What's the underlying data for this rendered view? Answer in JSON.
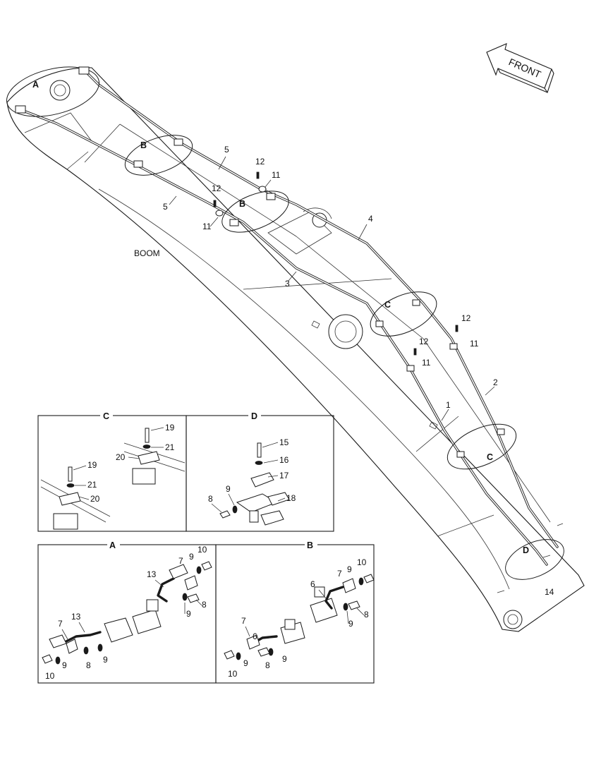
{
  "front_label": "FRONT",
  "boom_label": "BOOM",
  "callouts": {
    "n1": "1",
    "n2": "2",
    "n3": "3",
    "n4": "4",
    "n5": "5",
    "n6": "6",
    "n7": "7",
    "n8": "8",
    "n9": "9",
    "n10": "10",
    "n11": "11",
    "n12": "12",
    "n13": "13",
    "n14": "14",
    "n15": "15",
    "n16": "16",
    "n17": "17",
    "n18": "18",
    "n19": "19",
    "n20": "20",
    "n21": "21"
  },
  "detail_letters": {
    "a": "A",
    "b": "B",
    "c": "C",
    "d": "D"
  }
}
